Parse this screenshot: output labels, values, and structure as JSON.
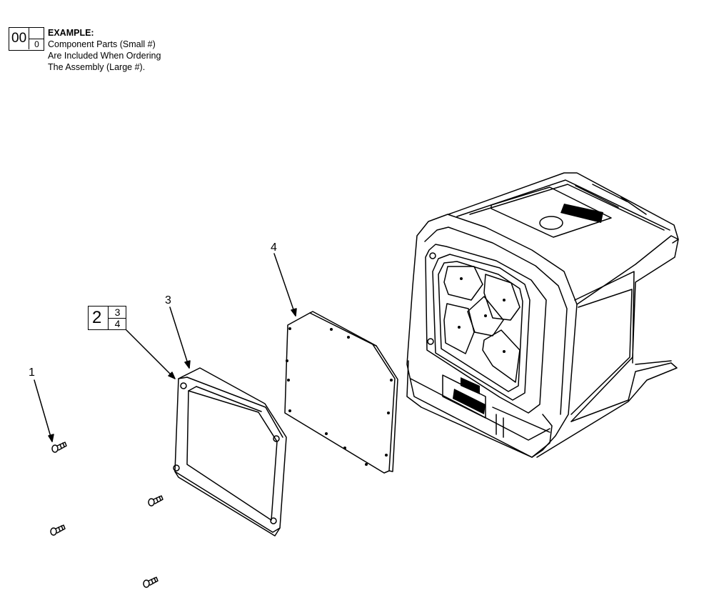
{
  "legend": {
    "large_number": "00",
    "small_number": "0",
    "title": "EXAMPLE:",
    "line1": "Component Parts (Small #)",
    "line2": "Are Included When Ordering",
    "line3": "The Assembly (Large #)."
  },
  "callouts": {
    "part1": "1",
    "part3": "3",
    "part4": "4"
  },
  "assembly_box": {
    "large": "2",
    "small_top": "3",
    "small_bottom": "4"
  }
}
